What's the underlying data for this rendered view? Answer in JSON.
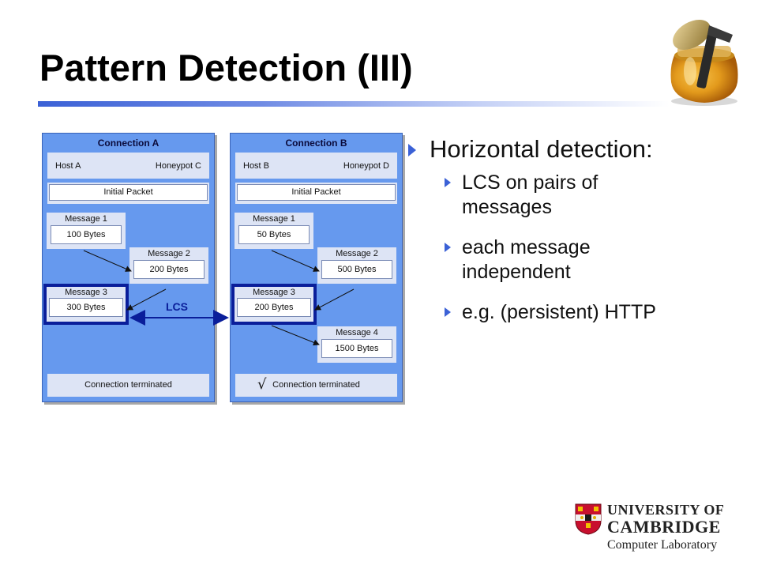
{
  "slide": {
    "title": "Pattern Detection (III)",
    "accent_color": "#3b61d6"
  },
  "diagram": {
    "connection_a": {
      "title": "Connection A",
      "host": "Host A",
      "honeypot": "Honeypot C",
      "initial": "Initial Packet",
      "messages": [
        {
          "label": "Message 1",
          "size": "100 Bytes"
        },
        {
          "label": "Message 2",
          "size": "200 Bytes"
        },
        {
          "label": "Message 3",
          "size": "300 Bytes"
        }
      ],
      "terminated": "Connection terminated"
    },
    "connection_b": {
      "title": "Connection B",
      "host": "Host B",
      "honeypot": "Honeypot D",
      "initial": "Initial Packet",
      "messages": [
        {
          "label": "Message 1",
          "size": "50 Bytes"
        },
        {
          "label": "Message 2",
          "size": "500 Bytes"
        },
        {
          "label": "Message 3",
          "size": "200 Bytes"
        },
        {
          "label": "Message 4",
          "size": "1500 Bytes"
        }
      ],
      "tick": "√",
      "terminated": "Connection terminated"
    },
    "lcs_label": "LCS",
    "panel_color": "#6699ee",
    "highlight_color": "#0a1e9a"
  },
  "bullets": {
    "main": "Horizontal detection:",
    "items": [
      "LCS on pairs of messages",
      "each message independent",
      "e.g. (persistent) HTTP"
    ]
  },
  "logo": {
    "line1": "UNIVERSITY OF",
    "line2": "CAMBRIDGE",
    "line3": "Computer Laboratory"
  }
}
